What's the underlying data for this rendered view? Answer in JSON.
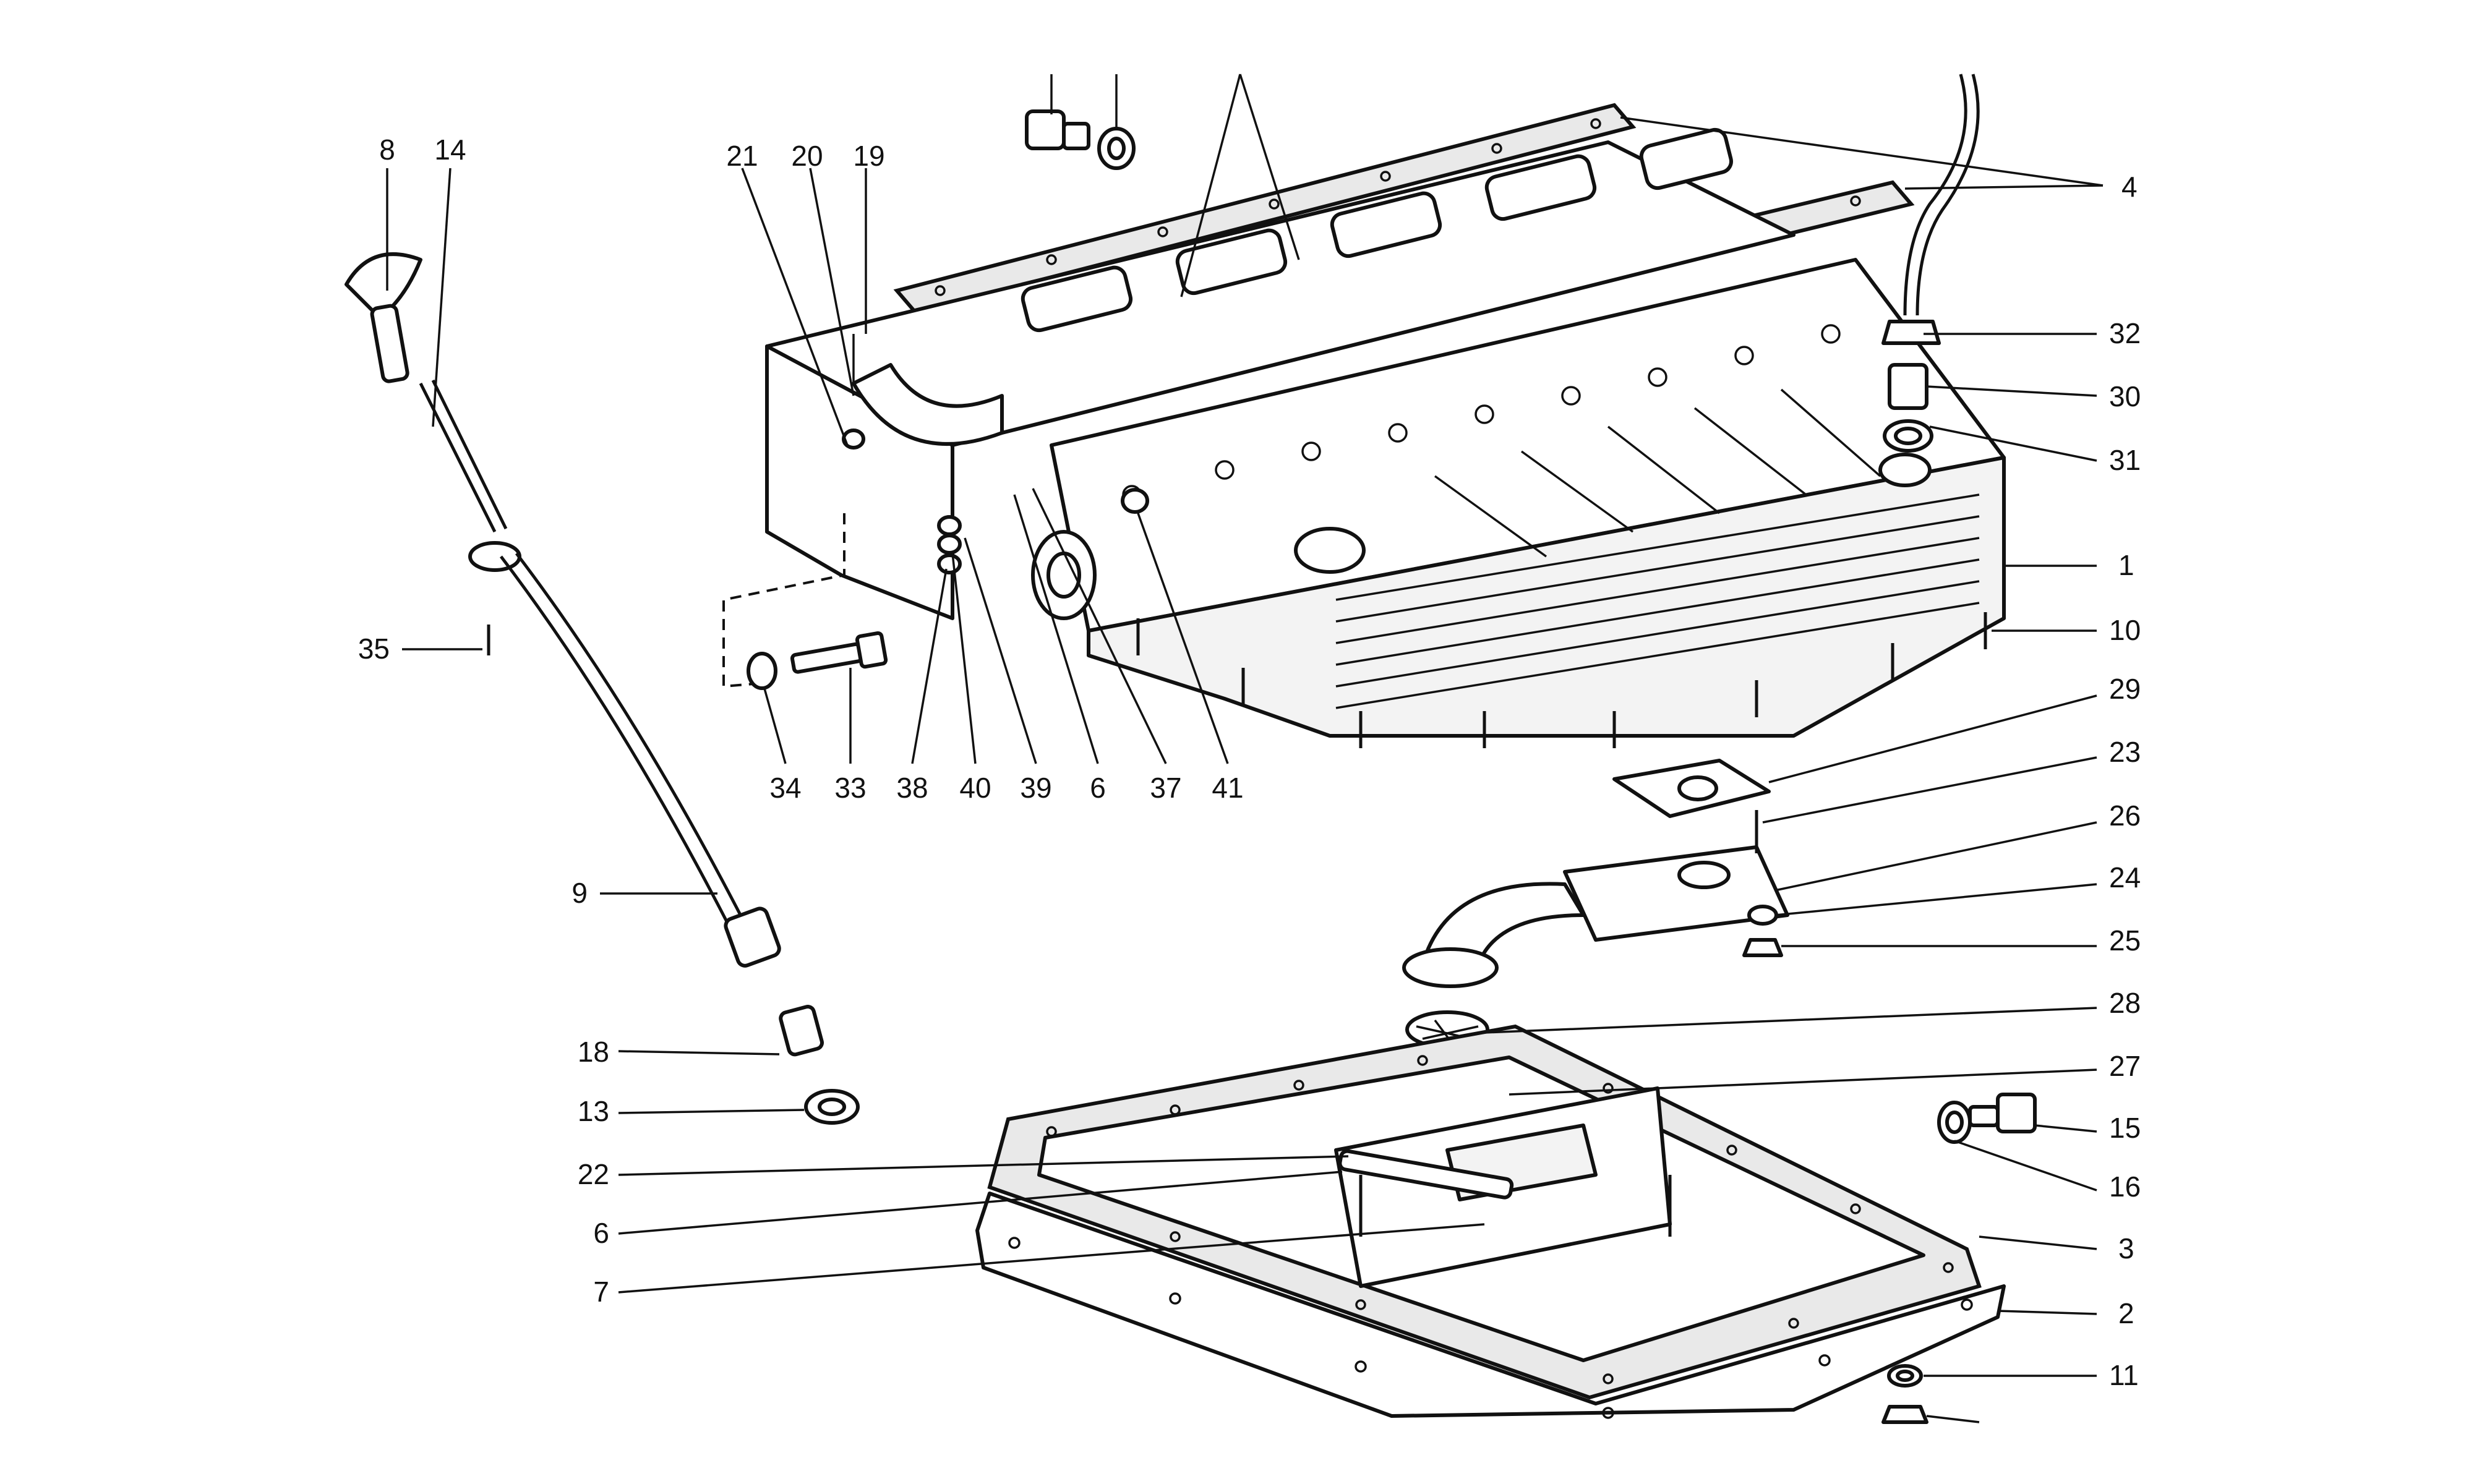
{
  "callouts": {
    "c1": "1",
    "c2": "2",
    "c3": "3",
    "c4": "4",
    "c6a": "6",
    "c6b": "6",
    "c7": "7",
    "c8": "8",
    "c9": "9",
    "c10": "10",
    "c11": "11",
    "c13": "13",
    "c14": "14",
    "c15": "15",
    "c16": "16",
    "c18": "18",
    "c19": "19",
    "c20": "20",
    "c21": "21",
    "c22": "22",
    "c23": "23",
    "c24": "24",
    "c25": "25",
    "c26": "26",
    "c27": "27",
    "c28": "28",
    "c29": "29",
    "c30": "30",
    "c31": "31",
    "c32": "32",
    "c33": "33",
    "c34": "34",
    "c35": "35",
    "c37": "37",
    "c38": "38",
    "c39": "39",
    "c40": "40",
    "c41": "41"
  }
}
